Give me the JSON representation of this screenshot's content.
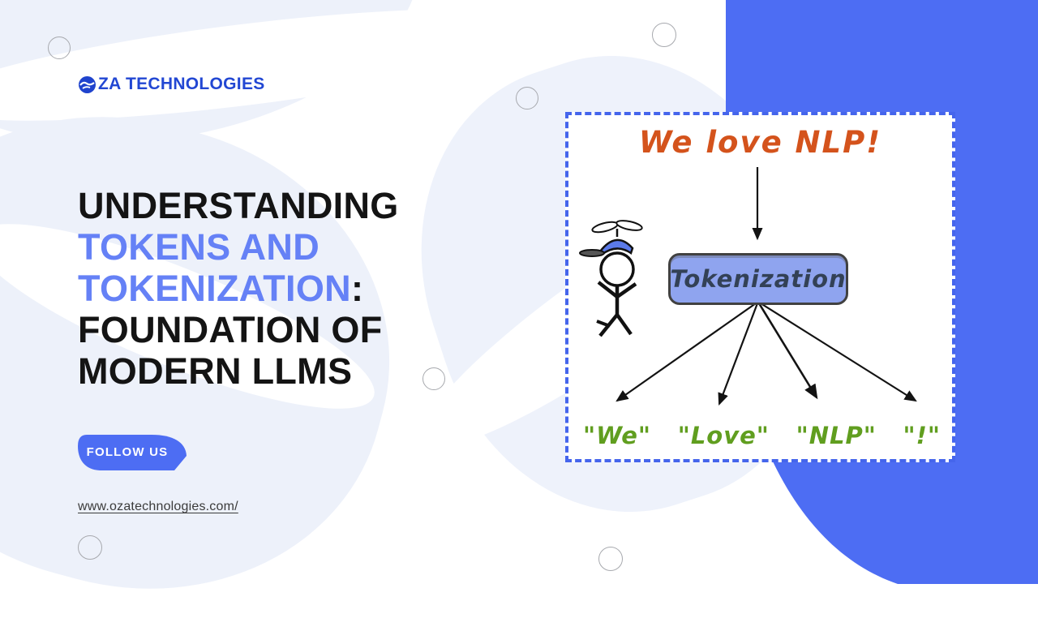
{
  "brand": {
    "name_full": "OZA TECHNOLOGIES",
    "wordmark_after_icon": "ZA TECHNOLOGIES"
  },
  "headline": {
    "full_text": "UNDERSTANDING TOKENS AND TOKENIZATION: FOUNDATION OF MODERN LLMS",
    "segments": [
      {
        "text": "UNDERSTANDING ",
        "style": "dark"
      },
      {
        "text": "TOKENS AND TOKENIZATION",
        "style": "accent"
      },
      {
        "text": ": ",
        "style": "dark"
      },
      {
        "text": "FOUNDATION OF MODERN LLMS",
        "style": "dark"
      }
    ]
  },
  "follow": {
    "label": "FOLLOW US"
  },
  "website": {
    "url_text": "www.ozatechnologies.com/"
  },
  "diagram": {
    "type": "flow",
    "input_sentence": "We love NLP!",
    "process_label": "Tokenization",
    "tokens": [
      "\"We\"",
      "\"Love\"",
      "\"NLP\"",
      "\"!\""
    ],
    "mascot": "stick-figure-with-propeller-cap"
  },
  "colors": {
    "accent_blue": "#4d6df3",
    "headline_accent": "#6581f6",
    "logo_blue": "#2247d3",
    "sentence_orange": "#d4531c",
    "token_green": "#609e1f",
    "process_box_fill": "#8fa4ef",
    "card_border": "#4565ec"
  }
}
